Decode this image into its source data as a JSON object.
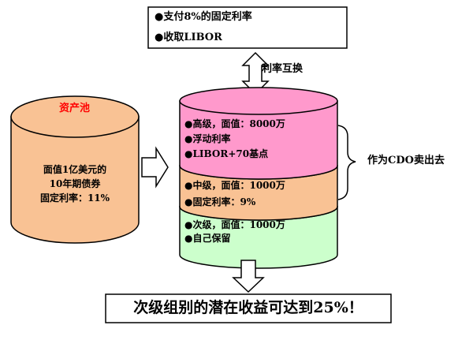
{
  "colors": {
    "pool": "#f9c294",
    "senior": "#ff99cc",
    "mezzanine": "#f9c294",
    "junior": "#ccffcc",
    "pool_title": "#ff0000",
    "stroke": "#000000"
  },
  "swap_box": {
    "line1": "支付8%的固定利率",
    "line2": "收取LIBOR"
  },
  "swap_label": "利率互换",
  "asset_pool": {
    "title": "资产池",
    "line1": "面值1亿美元的",
    "line2": "10年期债券",
    "line3": "固定利率：11%"
  },
  "tranches": {
    "senior": {
      "line1": "高级，面值：8000万",
      "line2": "浮动利率",
      "line3": "LIBOR+70基点"
    },
    "mezzanine": {
      "line1": "中级，面值：1000万",
      "line2": "固定利率：9%"
    },
    "junior": {
      "line1": "次级，面值：1000万",
      "line2": "自己保留"
    }
  },
  "cdo_label": "作为CDO卖出去",
  "bottom_note": "次级组别的潜在收益可达到25%！",
  "icons": [
    "right-arrow-icon",
    "double-arrow-icon",
    "down-arrow-icon",
    "brace-icon"
  ]
}
